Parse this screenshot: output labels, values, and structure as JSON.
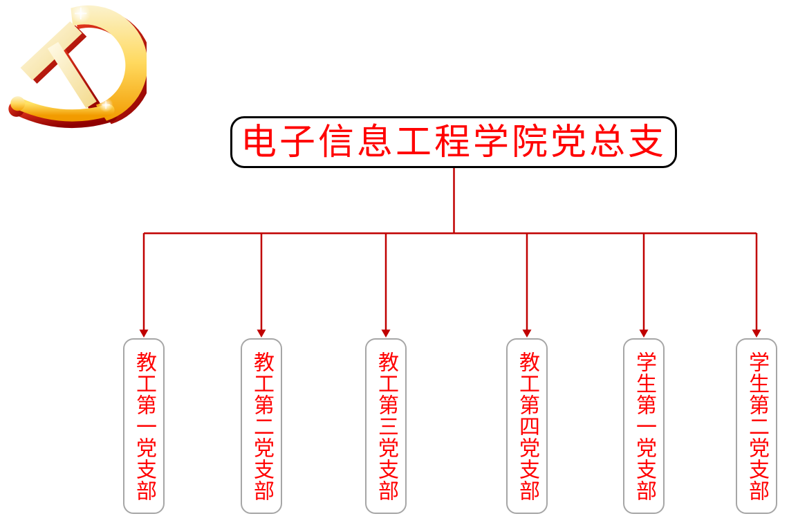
{
  "page": {
    "background_color": "#FFFFFF"
  },
  "logo": {
    "name": "CPC party emblem",
    "description": "3D glossy golden hammer-and-sickle emblem with red extruded shading and white glare highlights",
    "colors": {
      "gold_face": "#FBF2CD",
      "gold_deep": "#F29B00",
      "red_shade_light": "#E83A1F",
      "red_shade_dark": "#8F0000",
      "glare": "#FFFFFF"
    }
  },
  "org_chart": {
    "root": {
      "label": "电子信息工程学院党总支"
    },
    "branches": [
      {
        "label": "教工第一党支部"
      },
      {
        "label": "教工第二党支部"
      },
      {
        "label": "教工第三党支部"
      },
      {
        "label": "教工第四党支部"
      },
      {
        "label": "学生第一党支部"
      },
      {
        "label": "学生第二党支部"
      }
    ],
    "styles": {
      "root_text_color": "#FF0000",
      "root_border_color": "#000000",
      "branch_text_color": "#FF0000",
      "branch_border_color": "#A6A6A6",
      "connector_color": "#C00000"
    }
  }
}
